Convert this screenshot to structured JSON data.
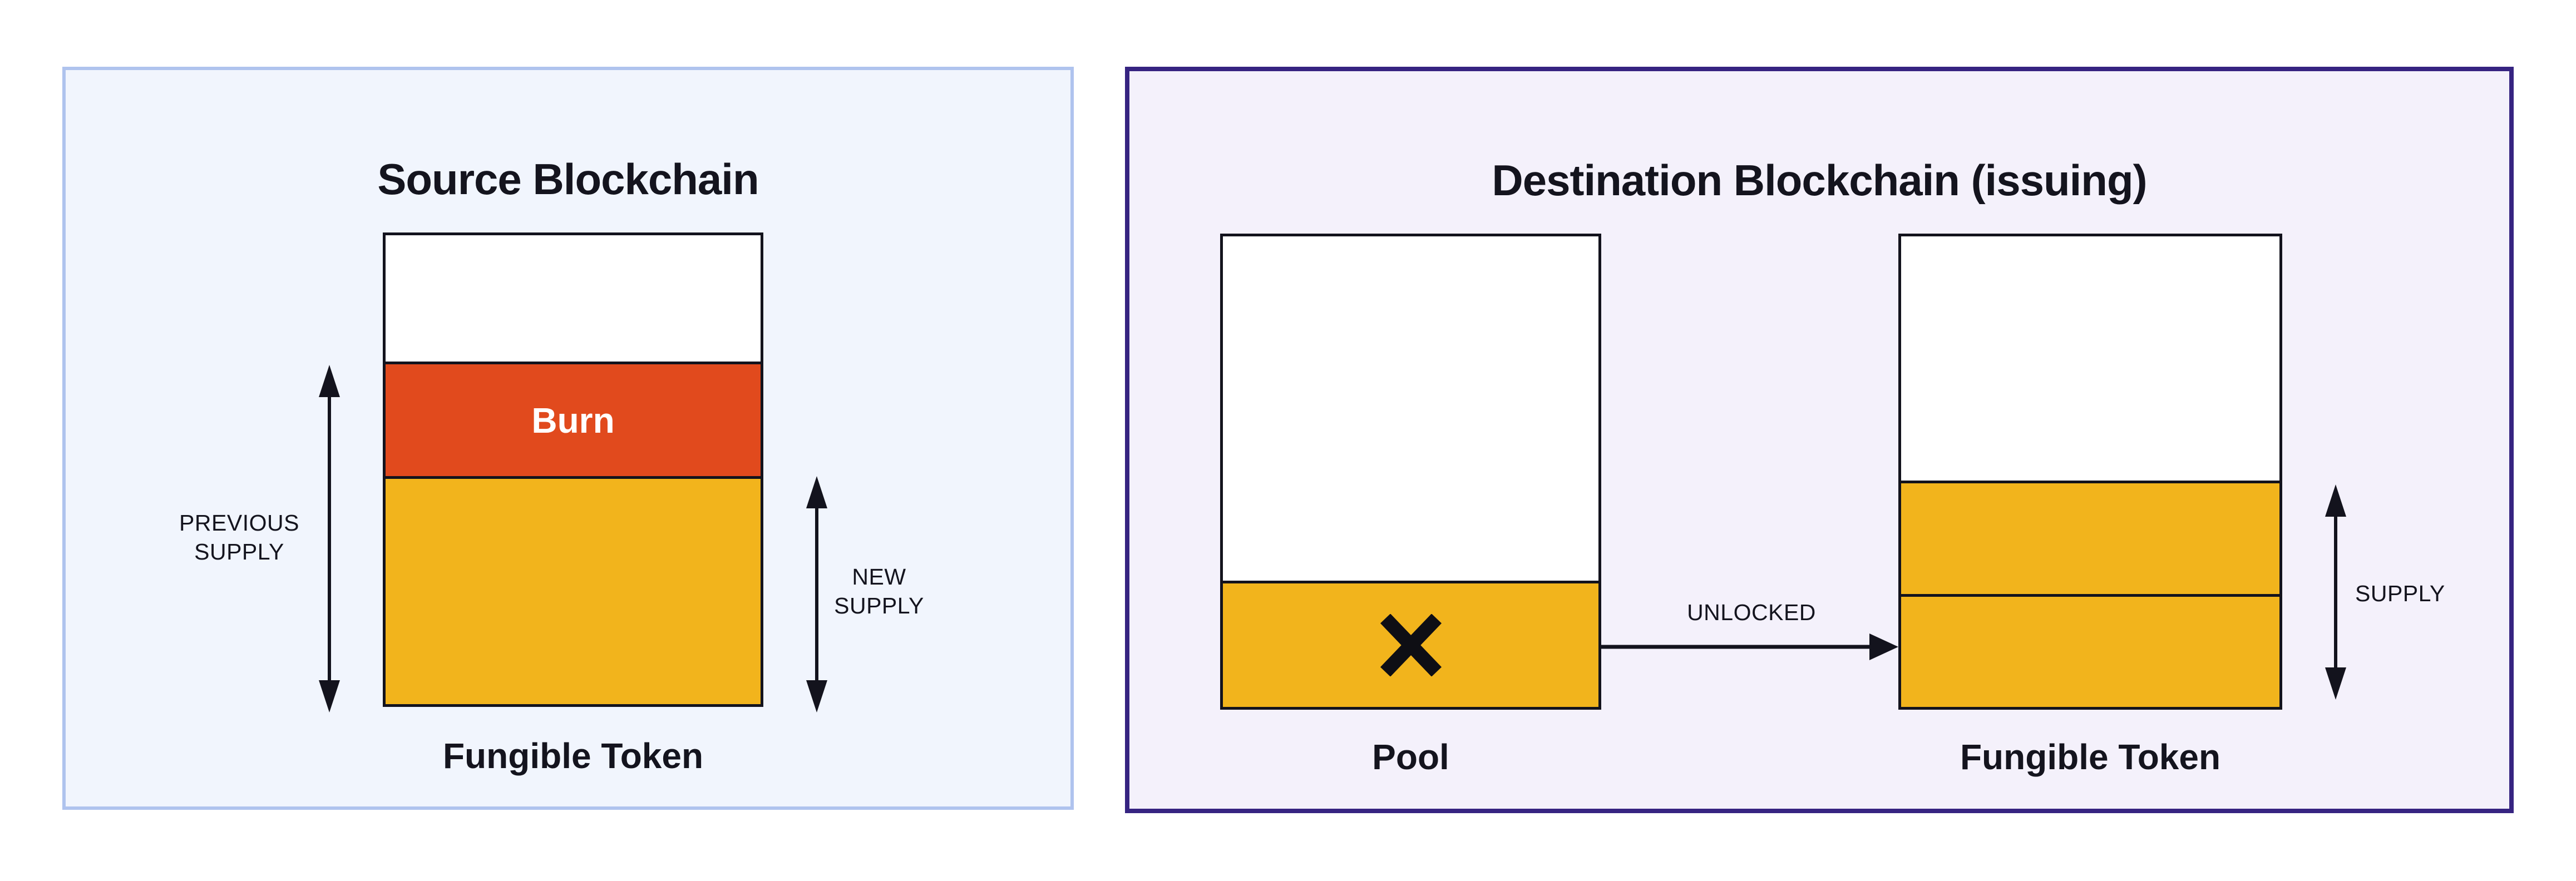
{
  "source_panel": {
    "title": "Source Blockchain",
    "burn_label": "Burn",
    "previous_supply_line1": "PREVIOUS",
    "previous_supply_line2": "SUPPLY",
    "new_supply_line1": "NEW",
    "new_supply_line2": "SUPPLY",
    "token_label": "Fungible Token"
  },
  "destination_panel": {
    "title": "Destination Blockchain (issuing)",
    "pool_label": "Pool",
    "unlocked_label": "UNLOCKED",
    "supply_label": "SUPPLY",
    "token_label": "Fungible Token"
  },
  "icons": {
    "burned_cross": "✕",
    "previous_supply_arrow": "double-headed-vertical-arrow",
    "new_supply_arrow": "double-headed-vertical-arrow",
    "supply_arrow": "double-headed-vertical-arrow",
    "unlocked_arrow": "right-arrow"
  },
  "colors": {
    "burn_orange": "#E14A1D",
    "token_yellow": "#F2B41C",
    "bar_outline": "#13131D",
    "source_panel_bg": "#F1F5FD",
    "source_panel_border": "#AFC3EE",
    "destination_panel_bg": "#F4F1FB",
    "destination_panel_border": "#362481",
    "text_color": "#14141E",
    "burn_text_color": "#FFFFFF"
  }
}
